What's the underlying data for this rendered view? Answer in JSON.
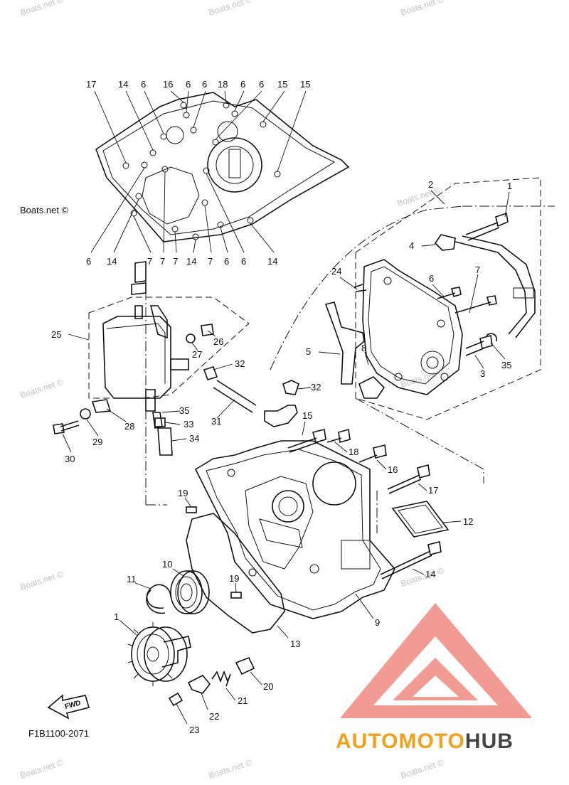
{
  "watermark": "Boats.net ©",
  "diagram_code": "F1B1100-2071",
  "fwd_label": "FWD",
  "brand": {
    "part1": "AUTOMOTO",
    "part2": "HUB",
    "color1": "#f2a11c",
    "color2": "#454545",
    "logo_color": "#f08a82"
  },
  "callouts": {
    "c17a": "17",
    "c14a": "14",
    "c6a": "6",
    "c16a": "16",
    "c6b": "6",
    "c6c": "6",
    "c18a": "18",
    "c6d": "6",
    "c6e": "6",
    "c15a": "15",
    "c15b": "15",
    "c6f": "6",
    "c14b": "14",
    "c7a": "7",
    "c7b": "7",
    "c7c": "7",
    "c14c": "14",
    "c7d": "7",
    "c6g": "6",
    "c6h": "6",
    "c14d": "14",
    "c2": "2",
    "c1top": "1",
    "c4": "4",
    "c24": "24",
    "c6i": "6",
    "c7e": "7",
    "c5": "5",
    "c8": "8",
    "c3": "3",
    "c35a": "35",
    "c25": "25",
    "c26": "26",
    "c27": "27",
    "c32a": "32",
    "c32b": "32",
    "c35b": "35",
    "c33": "33",
    "c34": "34",
    "c28": "28",
    "c29": "29",
    "c30": "30",
    "c31": "31",
    "c15c": "15",
    "c18b": "18",
    "c16b": "16",
    "c17b": "17",
    "c19a": "19",
    "c12": "12",
    "c14e": "14",
    "c10": "10",
    "c11": "11",
    "c19b": "19",
    "c9": "9",
    "c1": "1",
    "c13": "13",
    "c20": "20",
    "c21": "21",
    "c22": "22",
    "c23": "23"
  }
}
